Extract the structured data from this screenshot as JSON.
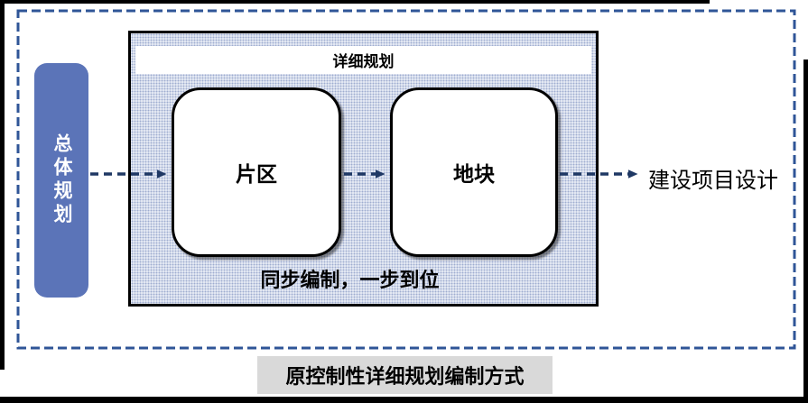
{
  "colors": {
    "frame": "#000000",
    "dashed_border": "#2f5597",
    "arrow": "#1f3864",
    "master_fill": "#5b74b8",
    "pattern_bg": "#eef1f8",
    "pattern_dot": "#9fadd0",
    "caption_bg": "#d9d9d9",
    "node_border": "#000000",
    "text": "#000000"
  },
  "nodes": {
    "master_plan": {
      "label": "总体规划"
    },
    "detail_container": {
      "title": "详细规划",
      "note": "同步编制，一步到位"
    },
    "district": {
      "label": "片区"
    },
    "plot": {
      "label": "地块"
    },
    "project_design": {
      "label": "建设项目设计"
    }
  },
  "caption": {
    "label": "原控制性详细规划编制方式"
  }
}
